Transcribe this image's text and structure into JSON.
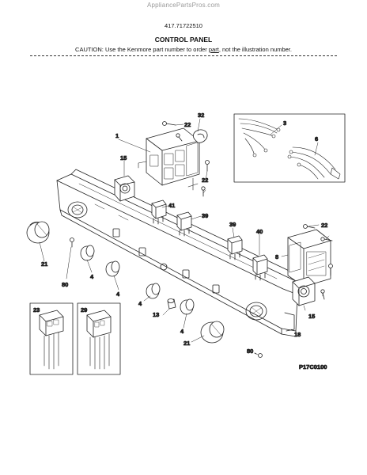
{
  "watermark": "AppliancePartsPros.com",
  "model_number": "417.71722510",
  "section_title": "CONTROL PANEL",
  "caution": {
    "prefix": "CAUTION: Use the Kenmore part number to order ",
    "link": "part",
    "suffix": ", not the illustration number."
  },
  "diagram_code": "P17C0100",
  "callouts": {
    "c1": "1",
    "c3": "3",
    "c6": "6",
    "c32": "32",
    "c22a": "22",
    "c22b": "22",
    "c22c": "22",
    "c15a": "15",
    "c15b": "15",
    "c41": "41",
    "c39a": "39",
    "c39b": "39",
    "c40": "40",
    "c8": "8",
    "c21a": "21",
    "c21b": "21",
    "c80a": "80",
    "c80b": "80",
    "c4a": "4",
    "c4b": "4",
    "c4c": "4",
    "c4d": "4",
    "c13": "13",
    "c18": "18",
    "c23": "23",
    "c29": "29"
  }
}
